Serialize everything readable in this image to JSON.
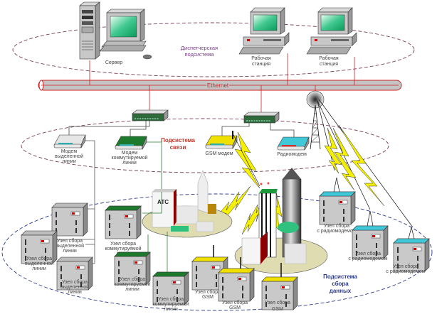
{
  "colors": {
    "ethernet": "#cc2222",
    "subsystem_dispatch": "#7a3c8c",
    "subsystem_comm": "#c0392b",
    "subsystem_data": "#2b3a8c",
    "leased": "#666666",
    "dialup": "#2e7d32",
    "gsm": "#f0e000",
    "radio": "#40c8d8"
  },
  "bus": {
    "label": "Ethernet"
  },
  "subsystems": {
    "dispatch": {
      "line1": "Диспетчерская",
      "line2": "подсистема"
    },
    "comm": {
      "line1": "Подсистема",
      "line2": "связи"
    },
    "data": {
      "line1": "Подсистема",
      "line2": "сбора",
      "line3": "данных"
    }
  },
  "dispatch_nodes": {
    "server": {
      "label": "Сервер",
      "icon": "server-icon"
    },
    "ws1": {
      "line1": "Рабочая",
      "line2": "станция",
      "icon": "workstation-icon"
    },
    "ws2": {
      "line1": "Рабочая",
      "line2": "станция",
      "icon": "workstation-icon"
    }
  },
  "comm_nodes": {
    "modem_leased": {
      "line1": "Модем",
      "line2": "выделенной",
      "line3": "линии"
    },
    "modem_dialup": {
      "line1": "Модем",
      "line2": "коммутируемой",
      "line3": "линии"
    },
    "gsm_modem": {
      "label": "GSM модем"
    },
    "radio_modem": {
      "label": "Радиомодем"
    }
  },
  "city": {
    "ats_label": "АТС"
  },
  "data_nodes": {
    "leased": [
      {
        "line1": "Узел сбора",
        "line2": "выделенной",
        "line3": "линии"
      },
      {
        "line1": "Узел сбора",
        "line2": "выделенной",
        "line3": "линии"
      },
      {
        "line1": "Узел сбора",
        "line2": "выделенной",
        "line3": "линии"
      }
    ],
    "dialup": [
      {
        "line1": "Узел сбора",
        "line2": "коммутируемой",
        "line3": "линии"
      },
      {
        "line1": "Узел сбора",
        "line2": "коммутируемой",
        "line3": "линии"
      },
      {
        "line1": "Узел сбора",
        "line2": "коммутируемой",
        "line3": "линии"
      }
    ],
    "gsm": [
      {
        "line1": "Узел сбора",
        "line2": "GSM"
      },
      {
        "line1": "Узел сбора",
        "line2": "GSM"
      },
      {
        "line1": "Узел сбора",
        "line2": "GSM"
      }
    ],
    "radio": [
      {
        "line1": "Узел сбора",
        "line2": "с радиомодемом"
      },
      {
        "line1": "Узел сбора",
        "line2": "с радиомодемом"
      },
      {
        "line1": "Узел сбора",
        "line2": "с радиомодемом"
      }
    ]
  }
}
